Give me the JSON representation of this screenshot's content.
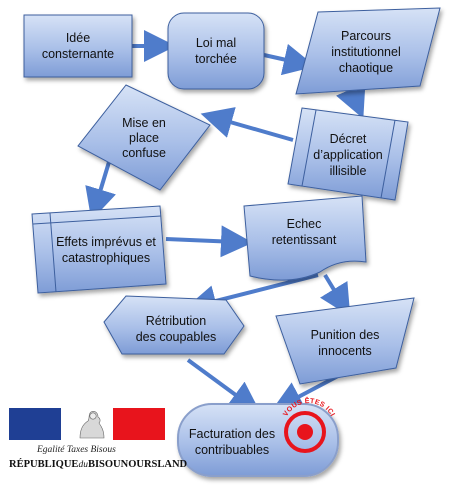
{
  "nodes": {
    "idee": {
      "lines": [
        "Idée",
        "consternante"
      ]
    },
    "loi": {
      "lines": [
        "Loi mal",
        "torchée"
      ]
    },
    "parcours": {
      "lines": [
        "Parcours",
        "institutionnel",
        "chaotique"
      ]
    },
    "decret": {
      "lines": [
        "Décret",
        "d’application",
        "illisible"
      ]
    },
    "mise": {
      "lines": [
        "Mise en",
        "place",
        "confuse"
      ]
    },
    "effets": {
      "lines": [
        "Effets imprévus et",
        "catastrophiques"
      ]
    },
    "echec": {
      "lines": [
        "Echec",
        "retentissant"
      ]
    },
    "retribution": {
      "lines": [
        "Rétribution",
        "des coupables"
      ]
    },
    "punition": {
      "lines": [
        "Punition des",
        "innocents"
      ]
    },
    "facturation": {
      "lines": [
        "Facturation des",
        "contribuables"
      ]
    }
  },
  "badge": {
    "text": "VOUS ÊTES ICI",
    "color": "#e8141c"
  },
  "logo": {
    "motto": "Egalité   Taxes   Bisous",
    "title_part1": "RÉPUBLIQUE",
    "title_part2": "du",
    "title_part3": "BISOUNOURSLAND",
    "colors": {
      "blue": "#1f3f94",
      "white": "#ffffff",
      "red": "#e8141c"
    }
  },
  "colors": {
    "node_fill_top": "#cfdcf3",
    "node_fill_bottom": "#7f9dd6",
    "arrow": "#4f7ccb"
  }
}
